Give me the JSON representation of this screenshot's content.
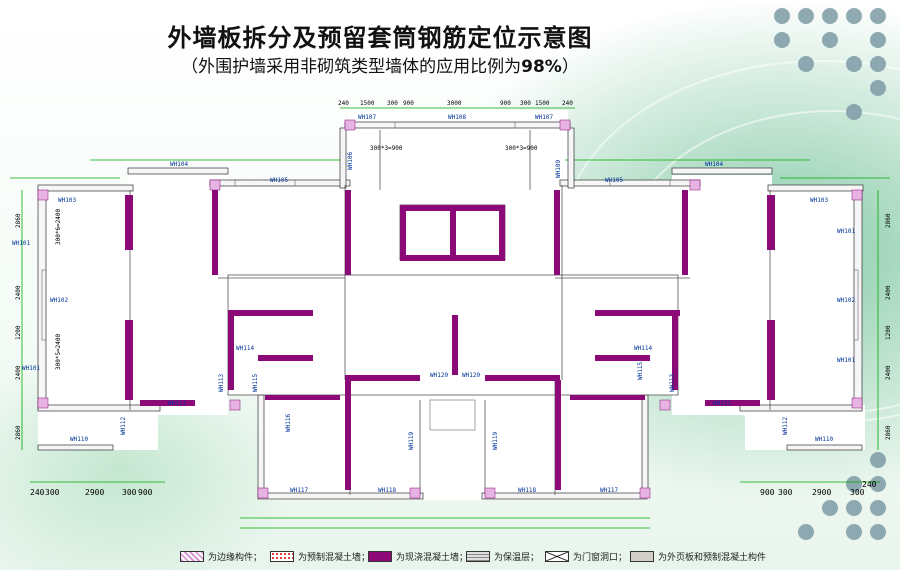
{
  "title": "外墙板拆分及预留套筒钢筋定位示意图",
  "subtitle_prefix": "（外围护墙采用非砌筑类型墙体的应用比例为",
  "subtitle_value": "98%",
  "subtitle_suffix": "）",
  "plan": {
    "wall_labels": [
      "WH107",
      "WH108",
      "WH107",
      "WH106",
      "WH109",
      "WH104",
      "WH104",
      "WH105",
      "WH105",
      "WH103",
      "WH103",
      "WH101",
      "WH101",
      "WH102",
      "WH102",
      "WH101",
      "WH101",
      "WH111",
      "WH111",
      "WH110",
      "WH110",
      "WH112",
      "WH112",
      "WH113",
      "WH113",
      "WH114",
      "WH114",
      "WH115",
      "WH115",
      "WH120",
      "WH120",
      "WH116",
      "WH119",
      "WH119",
      "WH117",
      "WH118",
      "WH118",
      "WH117"
    ],
    "top_dims": [
      "240",
      "1500",
      "300",
      "900",
      "3000",
      "900",
      "300",
      "1500",
      "240"
    ],
    "left_dims": [
      "2860",
      "2400",
      "1200",
      "2400",
      "2860"
    ],
    "right_dims": [
      "2860",
      "2400",
      "1200",
      "2400",
      "2860"
    ],
    "bottom_dims": [
      "240",
      "300",
      "2900",
      "300",
      "900",
      "900",
      "300",
      "2900",
      "300",
      "240"
    ],
    "sleeve_notes": [
      "300*3=900",
      "300*3=900",
      "300*6=2400",
      "300*5=2400"
    ]
  },
  "legend": [
    {
      "label": "为边缘构件；",
      "color": "#d89ad6",
      "pattern": "hatch"
    },
    {
      "label": "为预制混凝土墙；",
      "color": "#ffffff",
      "pattern": "dots"
    },
    {
      "label": "为现浇混凝土墙；",
      "color": "#8b0a78",
      "pattern": "solid"
    },
    {
      "label": "为保温层；",
      "color": "#bdbdbd",
      "pattern": "grid"
    },
    {
      "label": "为门窗洞口；",
      "color": "#ffffff",
      "pattern": "cross"
    },
    {
      "label": "为外页板和预制混凝土构件",
      "color": "#d0d0c8",
      "pattern": "solid"
    }
  ],
  "colors": {
    "cast_wall": "#8b0a78",
    "precast_wall": "#ffffff",
    "plan_bg": "#ffffff",
    "dim_line": "#00aa00",
    "label": "#003399"
  }
}
